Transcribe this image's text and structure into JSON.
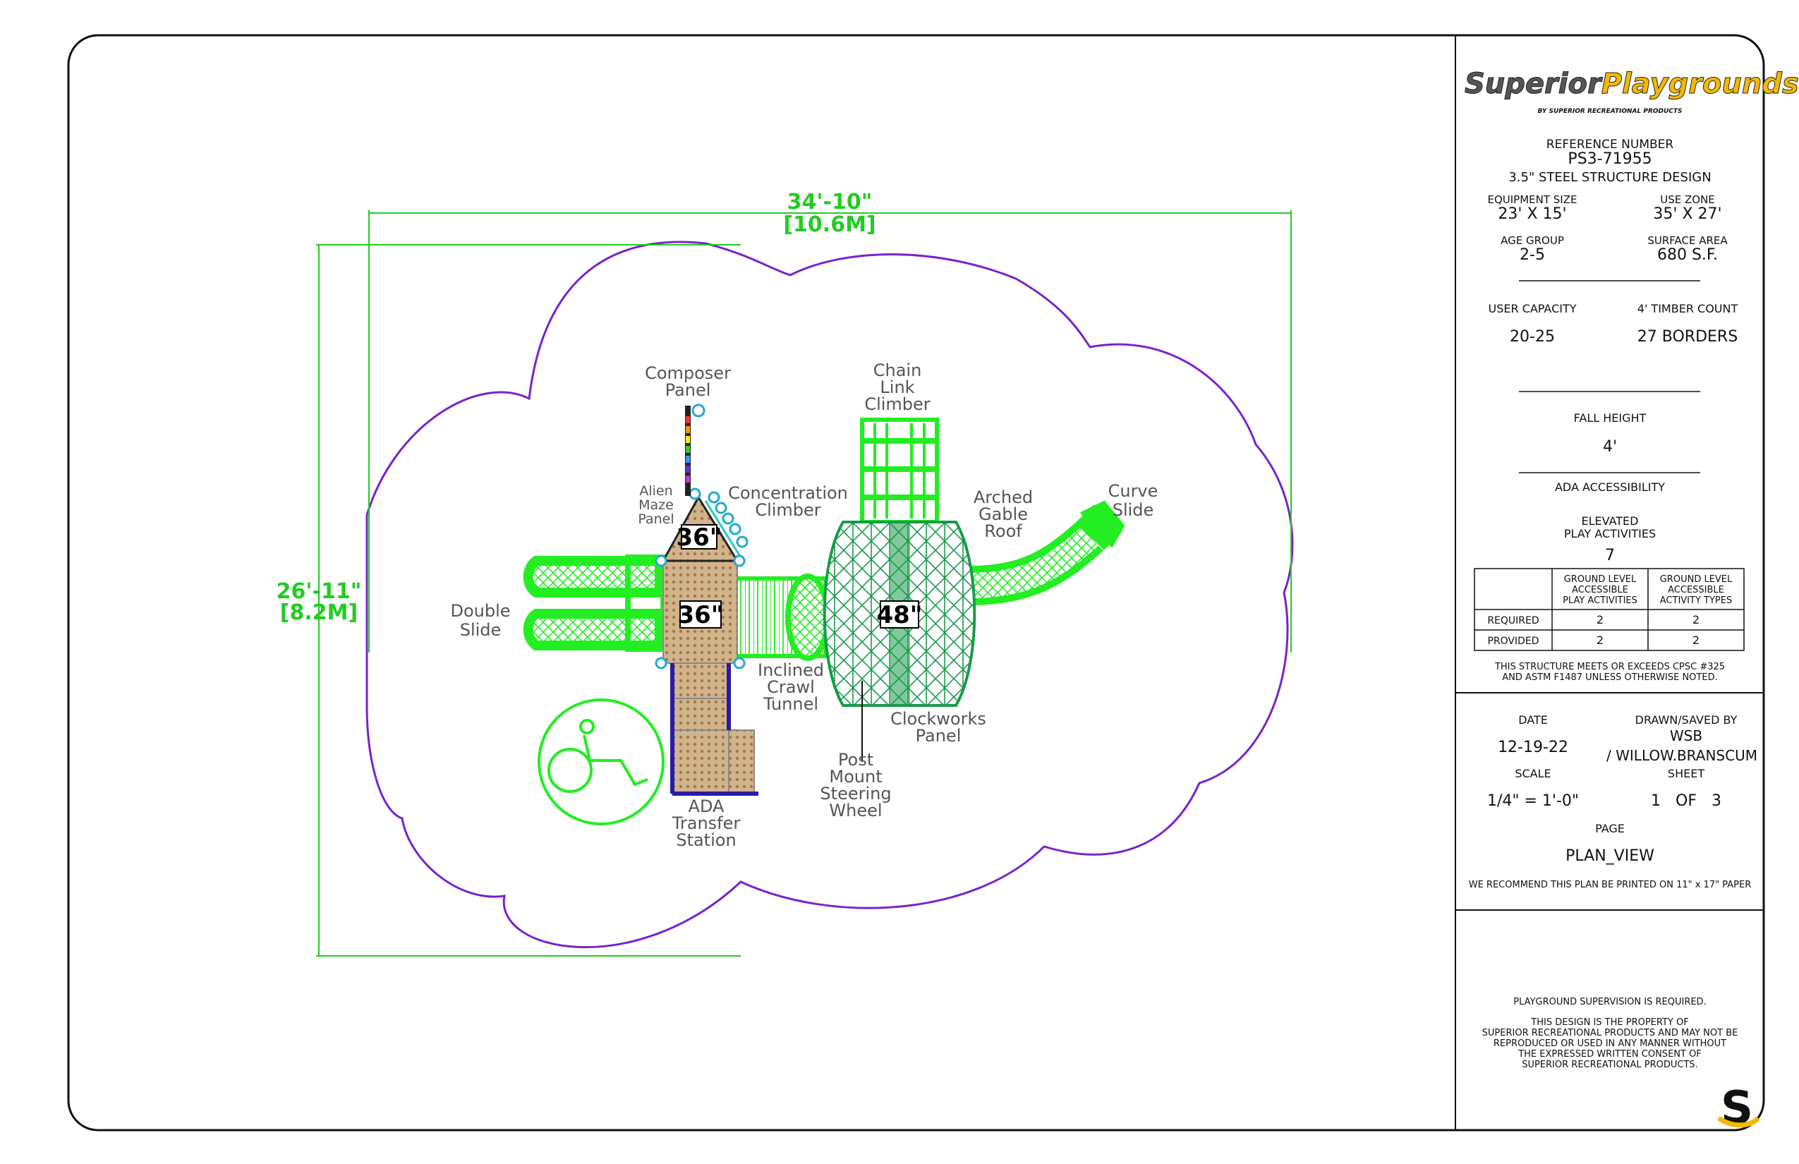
{
  "drawing": {
    "dimension_width": {
      "ft": "34'-10\"",
      "m": "[10.6M]"
    },
    "dimension_depth": {
      "ft": "26'-11\"",
      "m": "[8.2M]"
    },
    "decks": [
      "36\"",
      "36\"",
      "48\""
    ],
    "labels": {
      "composer_panel": [
        "Composer",
        "Panel"
      ],
      "chain_link_climber": [
        "Chain",
        "Link",
        "Climber"
      ],
      "alien_maze_panel": [
        "Alien",
        "Maze",
        "Panel"
      ],
      "concentration_climber": [
        "Concentration",
        "Climber"
      ],
      "arched_gable_roof": [
        "Arched",
        "Gable",
        "Roof"
      ],
      "curve_slide": [
        "Curve",
        "Slide"
      ],
      "double_slide": [
        "Double",
        "Slide"
      ],
      "inclined_crawl_tunnel": [
        "Inclined",
        "Crawl",
        "Tunnel"
      ],
      "clockworks_panel": [
        "Clockworks",
        "Panel"
      ],
      "post_mount_steering_wheel": [
        "Post",
        "Mount",
        "Steering",
        "Wheel"
      ],
      "ada_transfer_station": [
        "ADA",
        "Transfer",
        "Station"
      ]
    },
    "colors": {
      "equipment": "#22ee22",
      "roof": "#1a9a4a",
      "use_zone": "#7a22cc",
      "deck": "#c9a77a",
      "dimension": "#22cc22",
      "transfer_edge": "#2a1aa8"
    },
    "icons": [
      "wheelchair-accessibility-icon"
    ]
  },
  "title_block": {
    "brand": {
      "word1": "Superior",
      "word2": "Playgrounds",
      "tagline": "BY SUPERIOR RECREATIONAL PRODUCTS"
    },
    "reference_label": "REFERENCE NUMBER",
    "reference_number": "PS3-71955",
    "design": "3.5\" STEEL STRUCTURE DESIGN",
    "equipment_size": {
      "label": "EQUIPMENT SIZE",
      "value": "23' X 15'"
    },
    "use_zone": {
      "label": "USE ZONE",
      "value": "35' X 27'"
    },
    "age_group": {
      "label": "AGE GROUP",
      "value": "2-5"
    },
    "surface_area": {
      "label": "SURFACE AREA",
      "value": "680 S.F."
    },
    "user_capacity": {
      "label": "USER CAPACITY",
      "value": "20-25"
    },
    "timber_count": {
      "label": "4' TIMBER COUNT",
      "value": "27 BORDERS"
    },
    "fall_height": {
      "label": "FALL HEIGHT",
      "value": "4'"
    },
    "ada": "ADA ACCESSIBILITY",
    "elevated": {
      "label": [
        "ELEVATED",
        "PLAY ACTIVITIES"
      ],
      "value": "7"
    },
    "ada_table": {
      "headers": [
        [
          "GROUND LEVEL",
          "ACCESSIBLE",
          "PLAY ACTIVITIES"
        ],
        [
          "GROUND LEVEL",
          "ACCESSIBLE",
          "ACTIVITY TYPES"
        ]
      ],
      "rows": [
        {
          "label": "REQUIRED",
          "values": [
            "2",
            "2"
          ]
        },
        {
          "label": "PROVIDED",
          "values": [
            "2",
            "2"
          ]
        }
      ]
    },
    "compliance": [
      "THIS STRUCTURE MEETS OR EXCEEDS CPSC #325",
      "AND ASTM F1487 UNLESS OTHERWISE NOTED."
    ],
    "date": {
      "label": "DATE",
      "value": "12-19-22"
    },
    "drawn": {
      "label": "DRAWN/SAVED BY",
      "value1": "WSB",
      "value2": "/ WILLOW.BRANSCUM"
    },
    "scale": {
      "label": "SCALE",
      "value": "1/4\" = 1'-0\""
    },
    "sheet": {
      "label": "SHEET",
      "value": "1   OF   3"
    },
    "page": {
      "label": "PAGE",
      "value": "PLAN_VIEW"
    },
    "print_note": "WE RECOMMEND THIS PLAN BE PRINTED ON 11\" x 17\" PAPER",
    "supervision": "PLAYGROUND SUPERVISION IS REQUIRED.",
    "property_note": [
      "THIS DESIGN IS THE PROPERTY OF",
      "SUPERIOR RECREATIONAL PRODUCTS AND MAY NOT BE",
      "REPRODUCED OR USED IN ANY MANNER WITHOUT",
      "THE EXPRESSED WRITTEN CONSENT OF",
      "SUPERIOR RECREATIONAL PRODUCTS."
    ],
    "mark": "S"
  }
}
